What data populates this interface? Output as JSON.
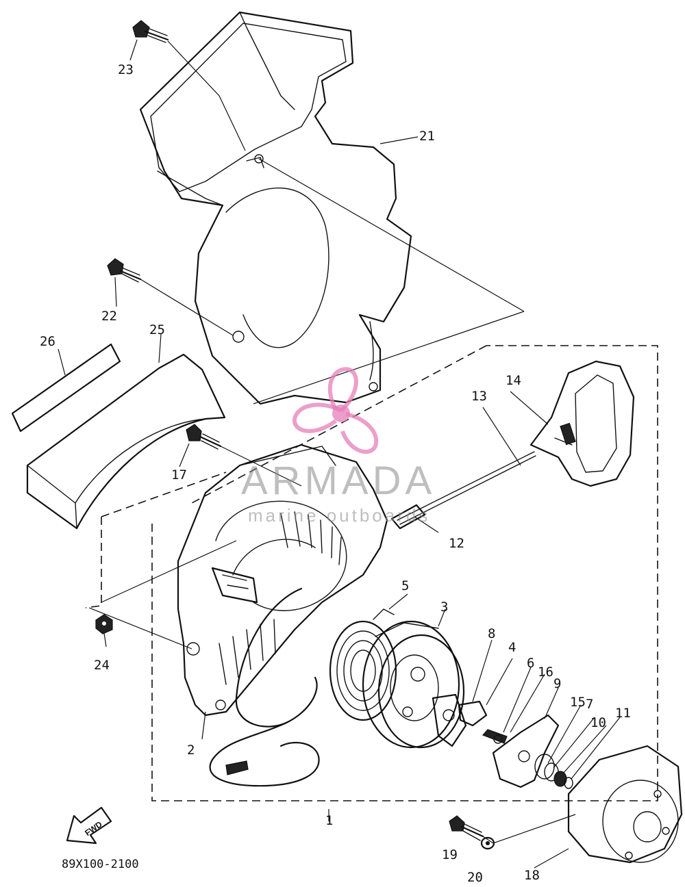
{
  "diagram": {
    "callouts": [
      "1",
      "2",
      "3",
      "4",
      "5",
      "6",
      "7",
      "8",
      "9",
      "10",
      "11",
      "12",
      "13",
      "14",
      "15",
      "16",
      "17",
      "18",
      "19",
      "20",
      "21",
      "22",
      "23",
      "24",
      "25",
      "26"
    ],
    "drawing_code": "89X100-2100",
    "fwd_label": "FWD",
    "watermark": {
      "title": "ARMADA",
      "subtitle": "marine outboards",
      "logo_color": "#e57fb8"
    }
  }
}
